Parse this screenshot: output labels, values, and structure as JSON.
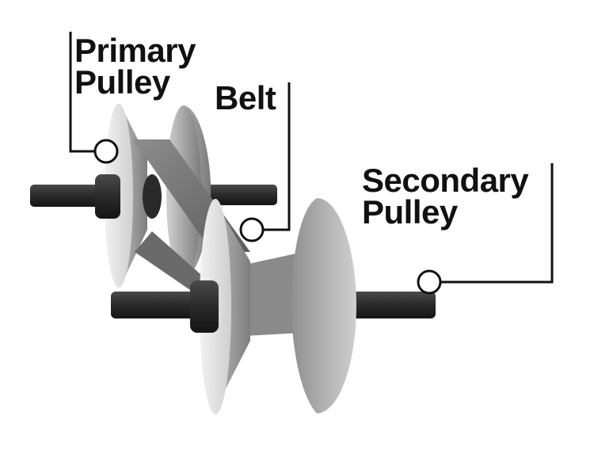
{
  "labels": {
    "primary_pulley": {
      "line1": "Primary",
      "line2": "Pulley"
    },
    "belt": "Belt",
    "secondary_pulley": {
      "line1": "Secondary",
      "line2": "Pulley"
    }
  },
  "colors": {
    "shaft": "#2a2a2a",
    "cone_light": "#e6e6e6",
    "cone_mid": "#9a9a9a",
    "belt": "#7c7c7c",
    "callout": "#111111"
  }
}
